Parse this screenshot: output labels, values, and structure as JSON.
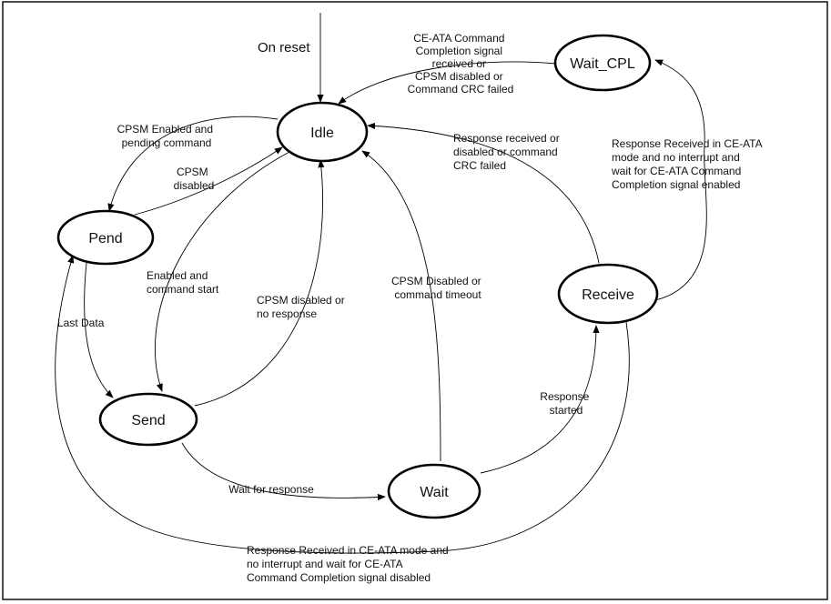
{
  "diagram": {
    "reset_label": "On reset",
    "states": {
      "idle": "Idle",
      "pend": "Pend",
      "send": "Send",
      "wait": "Wait",
      "receive": "Receive",
      "wait_cpl": "Wait_CPL"
    },
    "transitions": {
      "waitcpl_to_idle": [
        "CE-ATA Command",
        "Completion signal",
        "received or",
        "CPSM disabled or",
        "Command CRC failed"
      ],
      "idle_to_pend": [
        "CPSM Enabled and",
        "pending command"
      ],
      "pend_to_idle": [
        "CPSM",
        "disabled"
      ],
      "receive_to_idle": [
        "Response received or",
        "disabled or command",
        "CRC failed"
      ],
      "receive_to_waitcpl": [
        "Response Received in CE-ATA",
        "mode and no interrupt and",
        "wait for CE-ATA Command",
        "Completion signal enabled"
      ],
      "idle_to_send": [
        "Enabled and",
        "command start"
      ],
      "send_to_idle": [
        "CPSM disabled or",
        "no response"
      ],
      "wait_to_idle": [
        "CPSM Disabled or",
        "command timeout"
      ],
      "pend_to_send": [
        "Last Data"
      ],
      "wait_to_receive": [
        "Response",
        "started"
      ],
      "send_to_wait": [
        "Wait for response"
      ],
      "receive_to_pend": [
        "Response Received in CE-ATA mode and",
        "no interrupt and wait for CE-ATA",
        "Command Completion signal disabled"
      ]
    }
  }
}
